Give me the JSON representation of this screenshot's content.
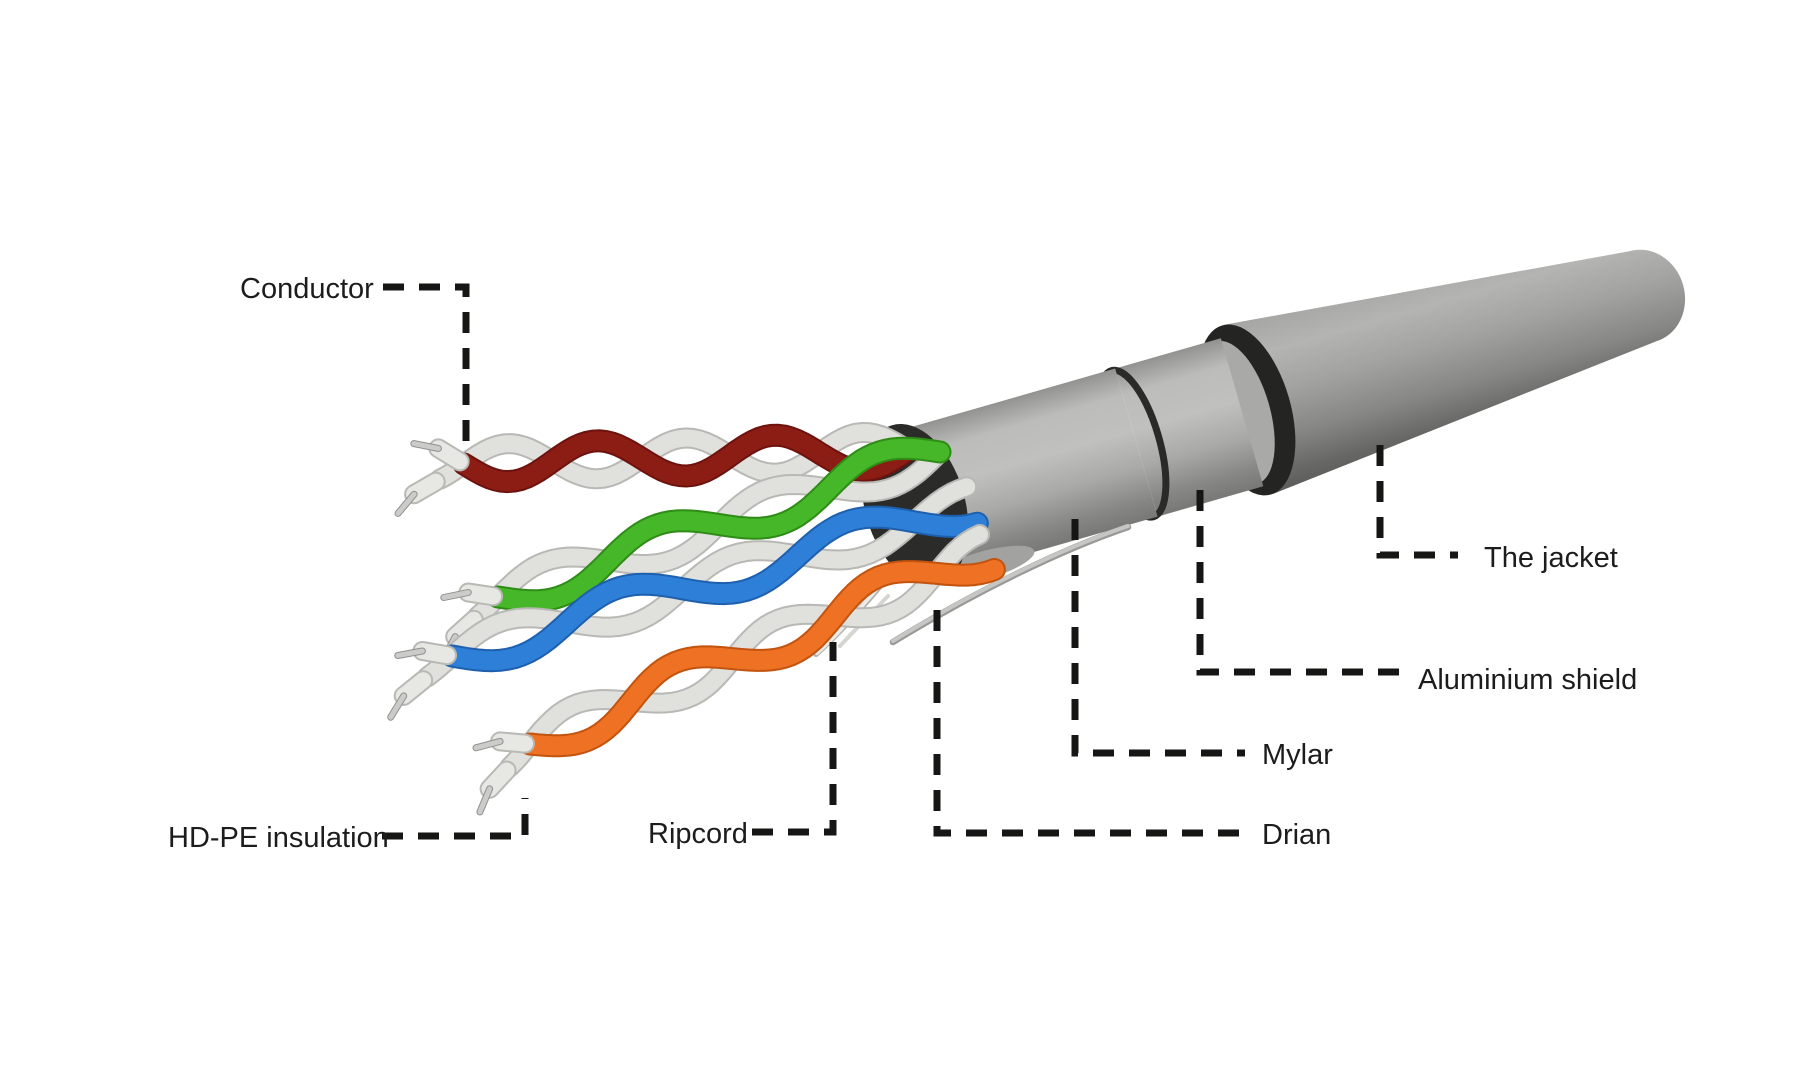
{
  "figure": {
    "title_hidden": "",
    "labels": {
      "conductor": "Conductor",
      "hdpe": "HD-PE insulation",
      "ripcord": "Ripcord",
      "drian": "Drian",
      "mylar": "Mylar",
      "aluminium": "Aluminium shield",
      "jacket": "The jacket"
    },
    "colors": {
      "background": "#ffffff",
      "text": "#1c1c1c",
      "leader_line": "#161614",
      "cable_gray": "#b5b5b3",
      "jacket_dark": "#5b5b59",
      "ring_black": "#242422",
      "opening_black": "#2b2b29",
      "wire_white": "#e0e0dc",
      "wire_white_shade": "#b8b8b4",
      "nub_white": "#e7e7e3",
      "pin_metal": "#cbcbc9",
      "pin_metal_shade": "#90908e",
      "drain_wire": "#c6c6c4",
      "ripcord_string": "#ebebe7"
    },
    "pairs": [
      {
        "name": "maroon",
        "color": "#8C1D15",
        "shade": "#6E120E"
      },
      {
        "name": "green",
        "color": "#45B728",
        "shade": "#2F8C17"
      },
      {
        "name": "blue",
        "color": "#2E7FD8",
        "shade": "#1E60AE"
      },
      {
        "name": "orange",
        "color": "#EF7123",
        "shade": "#C2540F"
      }
    ]
  }
}
